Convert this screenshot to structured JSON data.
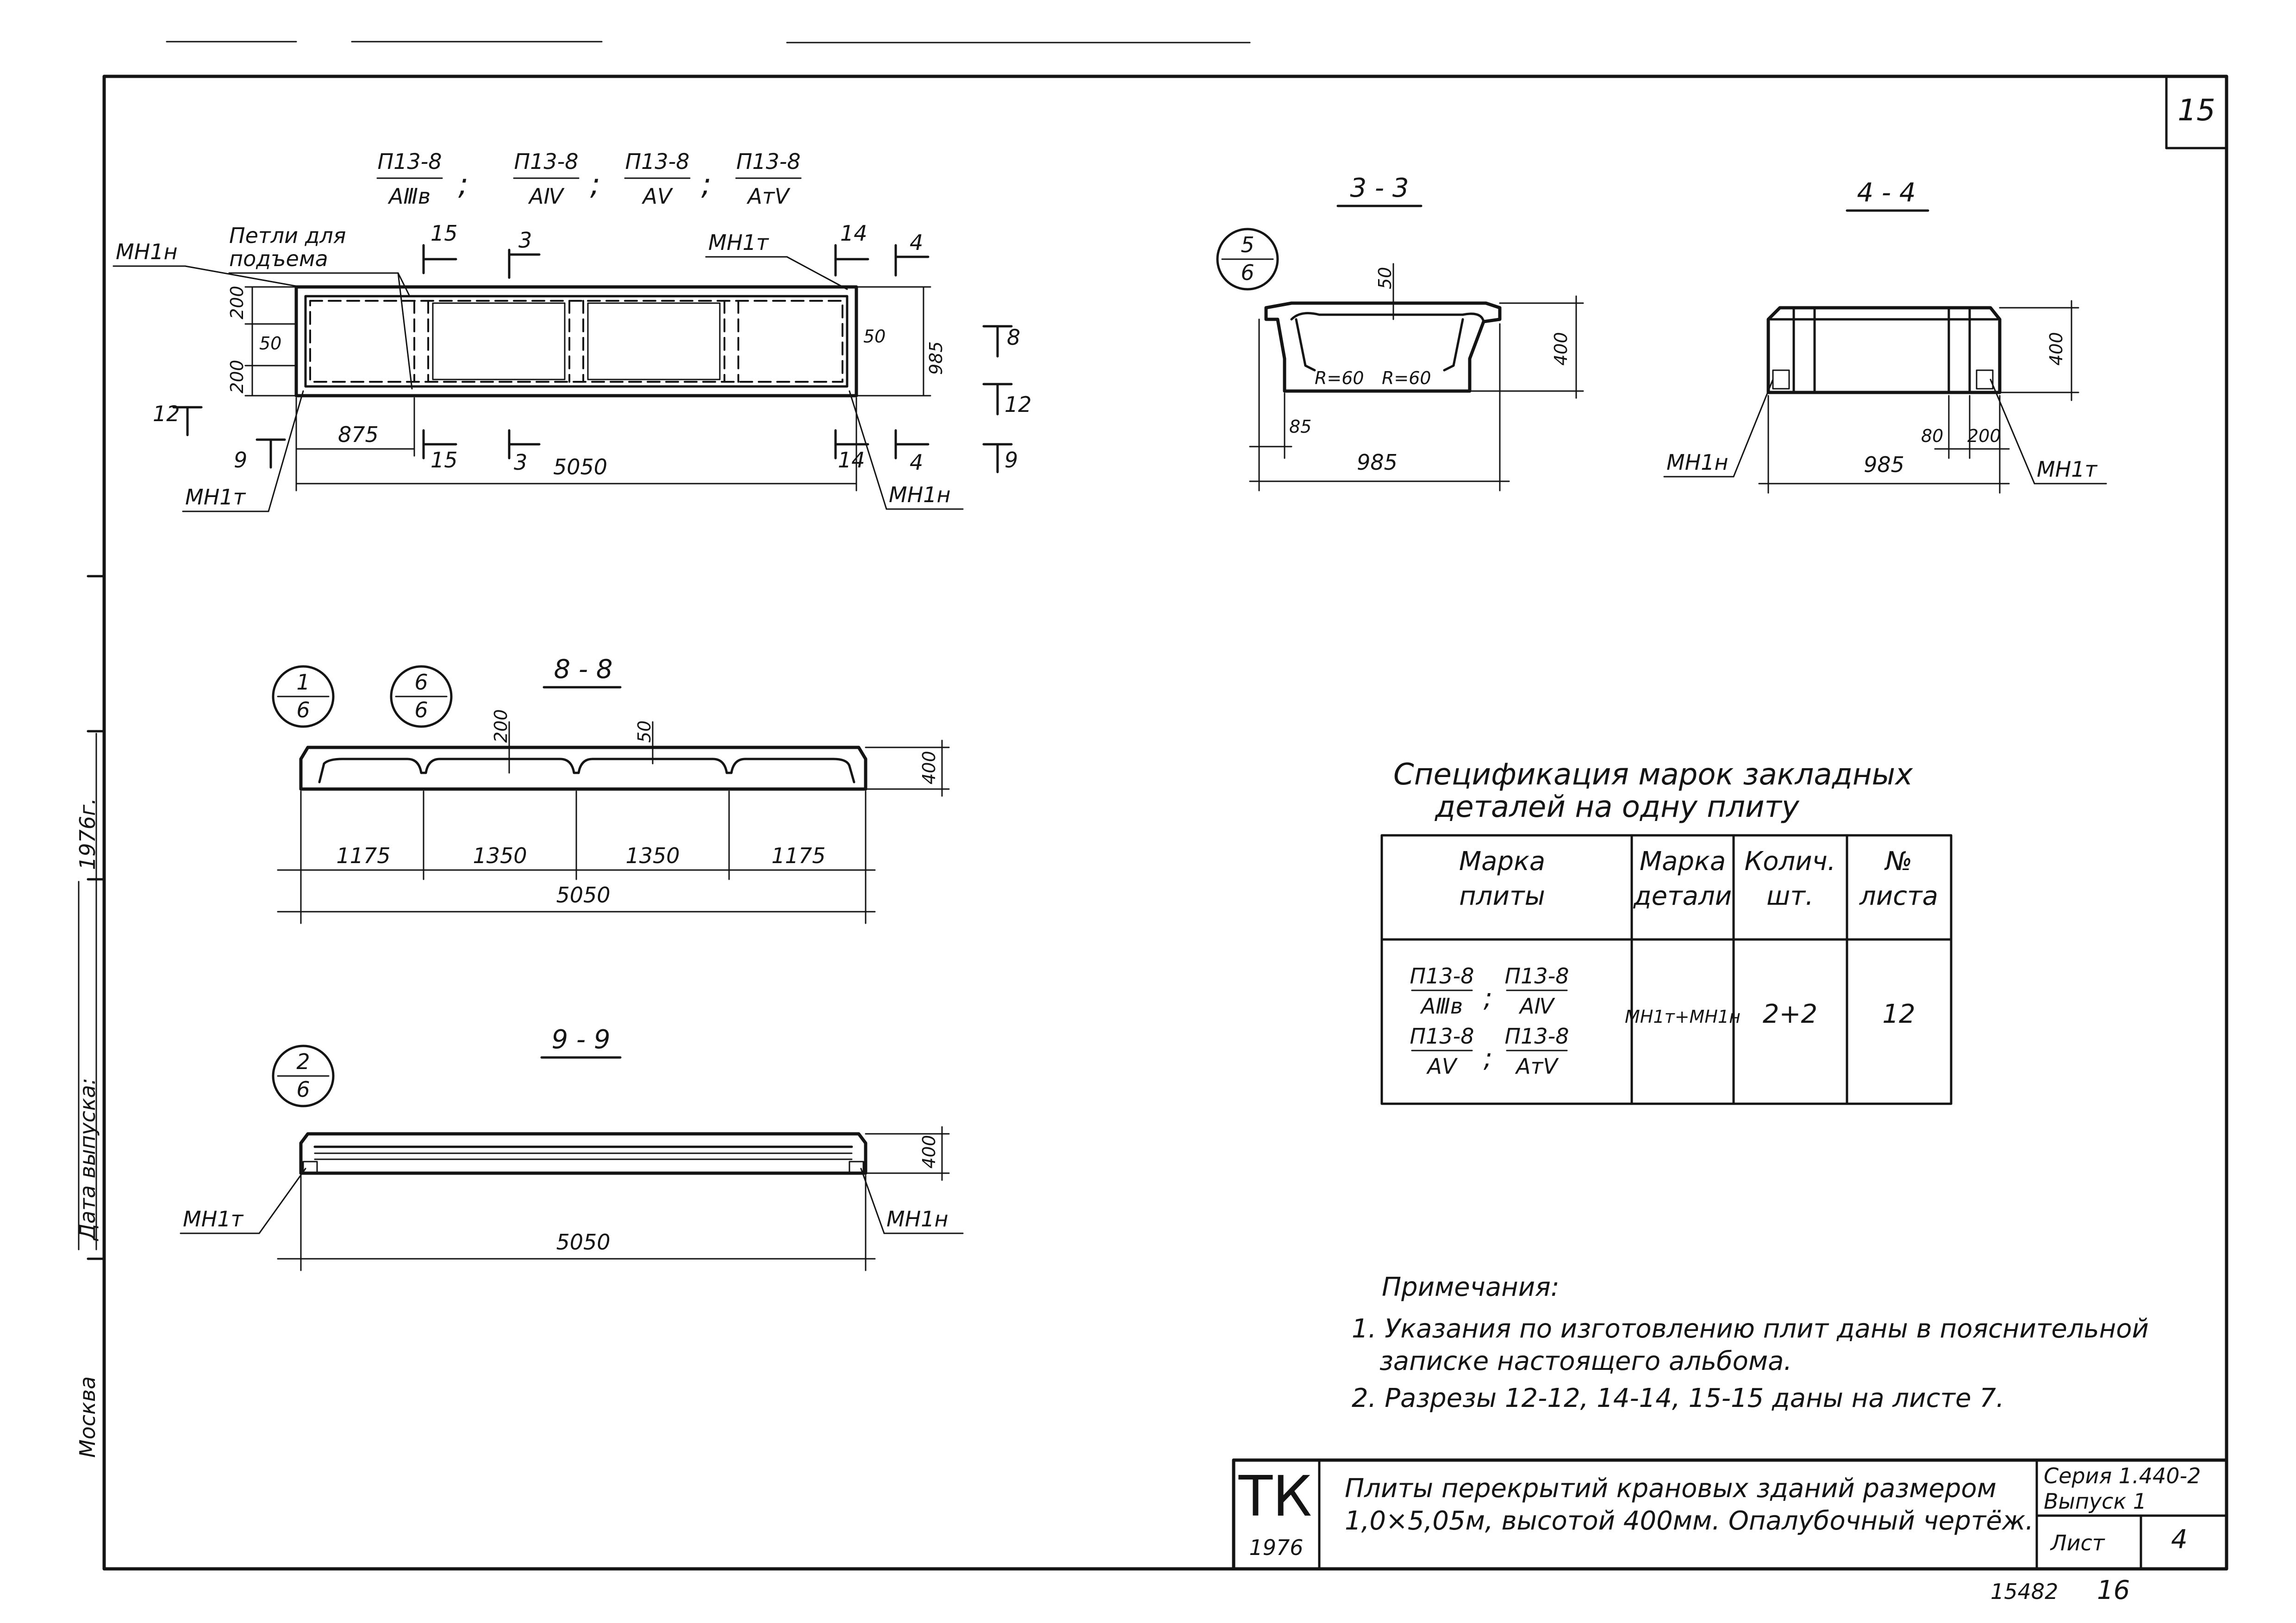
{
  "sheet": {
    "page_number": "15",
    "year_left": "1976г.",
    "release_date_label": "Дата выпуска:",
    "city": "Москва",
    "bottom_number": "15482",
    "bottom_page": "16"
  },
  "plan": {
    "marks": [
      {
        "top": "П13-8",
        "bottom": "AⅢв"
      },
      {
        "top": "П13-8",
        "bottom": "AⅣ"
      },
      {
        "top": "П13-8",
        "bottom": "AⅤ"
      },
      {
        "top": "П13-8",
        "bottom": "AтⅤ"
      }
    ],
    "sep": ";",
    "loops_label_1": "Петли для",
    "loops_label_2": "подъема",
    "mn1n": "МН1н",
    "mn1t": "МН1т",
    "dims": {
      "d200a": "200",
      "d50a": "50",
      "d200b": "200",
      "d50b": "50",
      "d985": "985",
      "d875": "875",
      "d5050": "5050"
    },
    "cuts": {
      "c15": "15",
      "c3": "3",
      "c14": "14",
      "c4": "4",
      "c8": "8",
      "c12": "12",
      "c9": "9"
    }
  },
  "section_3_3": {
    "title": "3 - 3",
    "node": {
      "top": "5",
      "bottom": "6"
    },
    "d50": "50",
    "d400": "400",
    "r1": "R=60",
    "r2": "R=60",
    "d85": "85",
    "d985": "985"
  },
  "section_4_4": {
    "title": "4 - 4",
    "d400": "400",
    "d80": "80",
    "d200": "200",
    "d985": "985",
    "mn1n": "МН1н",
    "mn1t": "МН1т"
  },
  "section_8_8": {
    "title": "8 - 8",
    "node1": {
      "top": "1",
      "bottom": "6"
    },
    "node2": {
      "top": "6",
      "bottom": "6"
    },
    "d200": "200",
    "d50": "50",
    "d400": "400",
    "segments": [
      "1175",
      "1350",
      "1350",
      "1175"
    ],
    "total": "5050"
  },
  "section_9_9": {
    "title": "9 - 9",
    "node": {
      "top": "2",
      "bottom": "6"
    },
    "d400": "400",
    "total": "5050",
    "mn1t": "МН1т",
    "mn1n": "МН1н"
  },
  "spec": {
    "title_1": "Спецификация марок закладных",
    "title_2": "деталей на одну плиту",
    "headers": [
      [
        "Марка",
        "плиты"
      ],
      [
        "Марка",
        "детали"
      ],
      [
        "Колич.",
        "шт."
      ],
      [
        "№",
        "листа"
      ]
    ],
    "row": {
      "marks": [
        {
          "top": "П13-8",
          "bottom": "AⅢв"
        },
        {
          "top": "П13-8",
          "bottom": "AⅣ"
        },
        {
          "top": "П13-8",
          "bottom": "AⅤ"
        },
        {
          "top": "П13-8",
          "bottom": "AтⅤ"
        }
      ],
      "detail": "МН1т+МН1н",
      "qty": "2+2",
      "sheet": "12"
    }
  },
  "notes": {
    "title": "Примечания:",
    "n1a": "1. Указания по изготовлению плит даны в пояснительной",
    "n1b": "записке настоящего альбома.",
    "n2": "2. Разрезы 12-12, 14-14, 15-15 даны на листе 7."
  },
  "stamp": {
    "logo": "ТК",
    "year": "1976",
    "desc_1": "Плиты перекрытий крановых зданий размером",
    "desc_2": "1,0×5,05м, высотой 400мм. Опалубочный чертёж.",
    "series": "Серия 1.440-2",
    "issue": "Выпуск 1",
    "list_label": "Лист",
    "list_value": "4"
  }
}
